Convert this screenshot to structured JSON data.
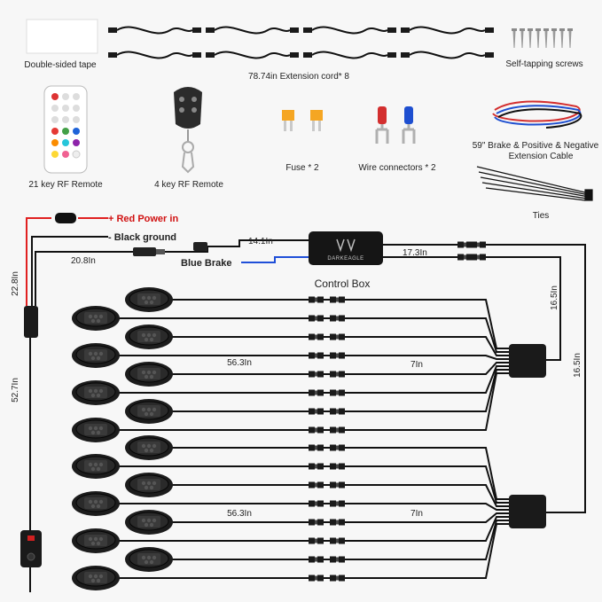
{
  "accessories": {
    "double_sided_tape": "Double-sided tape",
    "extension_cord": "78.74in Extension cord* 8",
    "self_tapping_screws": "Self-tapping screws",
    "remote_21": "21 key RF Remote",
    "remote_4": "4 key RF Remote",
    "fuse": "Fuse * 2",
    "wire_connectors": "Wire connectors * 2",
    "brake_cable": [
      "59\" Brake & Positive & Negative",
      "Extension Cable"
    ],
    "ties": "Ties"
  },
  "wiring": {
    "red_power": "+ Red Power in",
    "black_ground": "- Black ground",
    "blue_brake": "Blue Brake",
    "control_box": "Control Box",
    "brand": "DARKEAGLE",
    "len_14_1": "14.1In",
    "len_17_3": "17.3In",
    "len_20_8": "20.8In",
    "len_22_8": "22.8In",
    "len_52_7": "52.7In",
    "len_16_5_a": "16.5In",
    "len_16_5_b": "16.5In",
    "len_56_3_top": "56.3In",
    "len_7_top": "7In",
    "len_56_3_bottom": "56.3In",
    "len_7_bottom": "7In"
  },
  "colors": {
    "red_wire": "#e02020",
    "blue_wire": "#1f4fd8",
    "black_wire": "#111111",
    "label_red": "#d01010"
  },
  "icons": [
    "pod-light-icon",
    "connector-icon",
    "splitter-box-icon",
    "control-box-icon",
    "switch-icon",
    "remote-icon",
    "fuse-icon",
    "screw-icon",
    "cable-tie-icon"
  ]
}
